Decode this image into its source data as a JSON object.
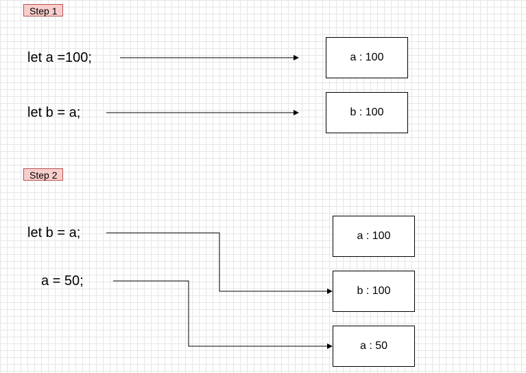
{
  "step1": {
    "label": "Step 1",
    "code": [
      "let a =100;",
      "let b = a;"
    ],
    "boxes": [
      "a : 100",
      "b : 100"
    ]
  },
  "step2": {
    "label": "Step 2",
    "code": [
      "let b = a;",
      "a = 50;"
    ],
    "boxes": [
      "a : 100",
      "b : 100",
      "a : 50"
    ]
  },
  "colors": {
    "step_label_fill": "#f8cecc",
    "step_label_stroke": "#b85450",
    "grid": "#e6e6e6"
  }
}
